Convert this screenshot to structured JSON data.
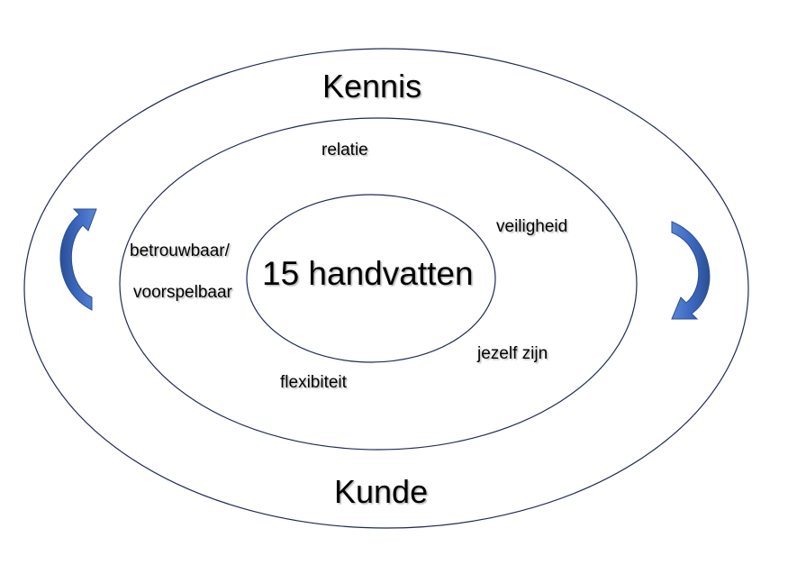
{
  "diagram": {
    "outer_top_label": "Kennis",
    "outer_bottom_label": "Kunde",
    "center_label": "15 handvatten",
    "middle_ring_labels": {
      "relatie": "relatie",
      "veiligheid": "veiligheid",
      "betrouwbaar": "betrouwbaar/",
      "voorspelbaar": "voorspelbaar",
      "jezelf_zijn": "jezelf zijn",
      "flexibiteit": "flexibiteit"
    },
    "colors": {
      "ellipse_stroke": "#1f2a5a",
      "arrow_fill": "#3f6cc3",
      "arrow_dark": "#2b4f96",
      "text": "#000000"
    },
    "icons": {
      "left_arrow": "curved-arrow-up-icon",
      "right_arrow": "curved-arrow-down-icon"
    }
  }
}
